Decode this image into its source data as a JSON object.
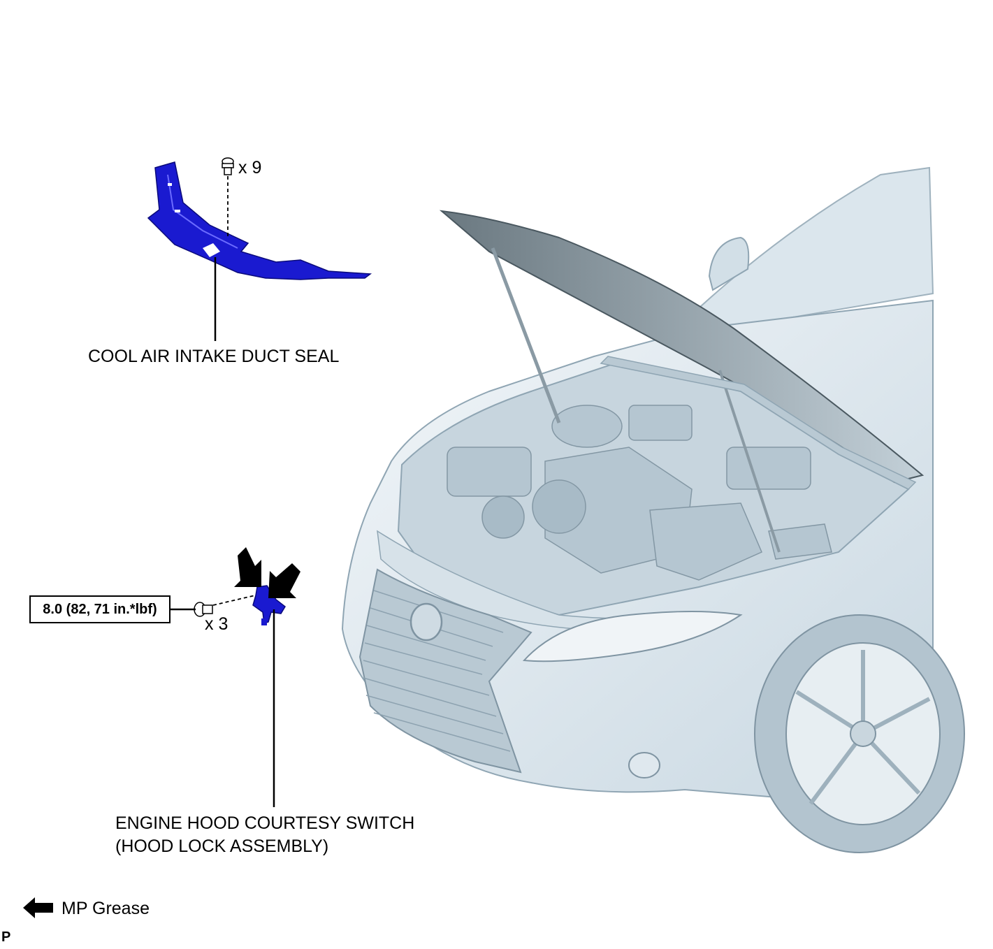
{
  "labels": {
    "duct_seal": "COOL AIR INTAKE DUCT SEAL",
    "clip_qty": "x 9",
    "bolt_qty": "x 3",
    "torque_spec": "8.0 (82, 71 in.*lbf)",
    "switch_line1": "ENGINE HOOD COURTESY SWITCH",
    "switch_line2": "(HOOD LOCK ASSEMBLY)",
    "legend_grease": "MP Grease",
    "corner_mark": "P"
  },
  "colors": {
    "part_blue": "#1a1ad0",
    "car_fill": "#e6eef3",
    "car_shade": "#cbd9e2",
    "car_line": "#8fa5b3",
    "line": "#000000"
  },
  "icons": {
    "grease_arrow": "left-arrow-icon",
    "clip": "push-clip-icon",
    "bolt": "bolt-icon"
  }
}
